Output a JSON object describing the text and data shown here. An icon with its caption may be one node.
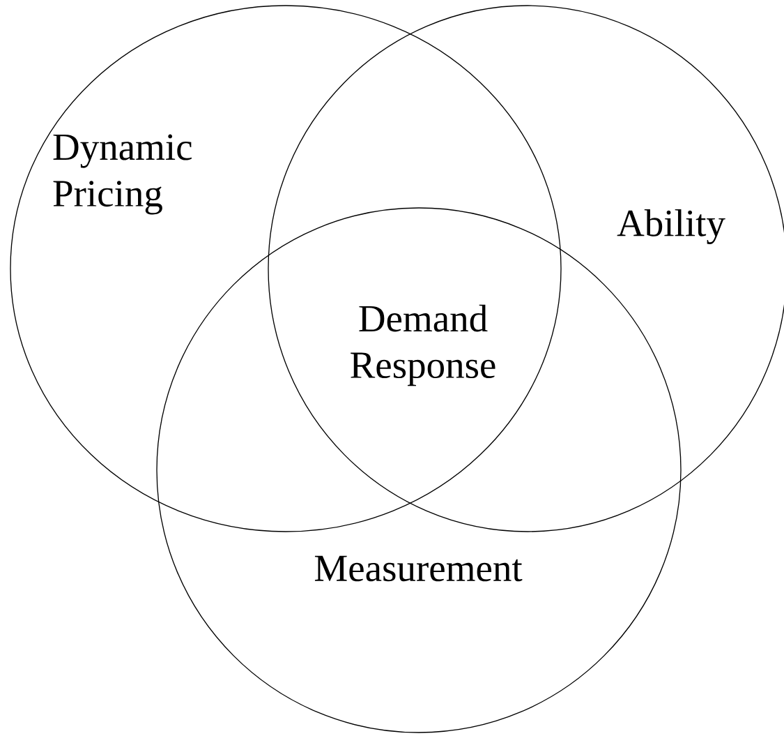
{
  "diagram": {
    "nodes": [
      {
        "text": [
          "Dynamic Pricing"
        ]
      },
      {
        "text": [
          "Ability"
        ]
      },
      {
        "text": [
          "Measurement"
        ]
      }
    ],
    "labels": [
      "Demand Response"
    ]
  }
}
